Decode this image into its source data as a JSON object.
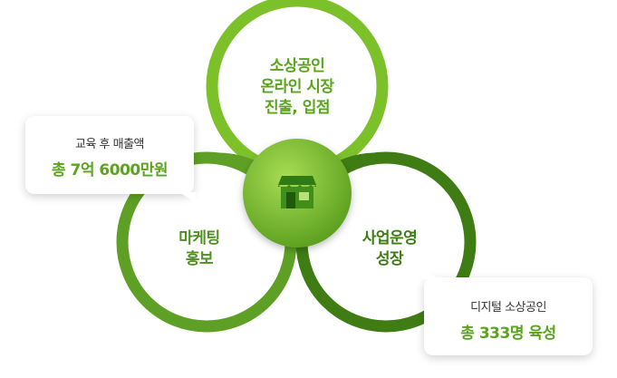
{
  "colors": {
    "top_ring": "#7dc12a",
    "left_ring": "#5ea025",
    "right_ring": "#3f7d14",
    "center": "#6fb52a",
    "text_green": "#5aa41e",
    "text_dark": "#333333"
  },
  "circles": {
    "top": {
      "lines": [
        "소상공인",
        "온라인 시장",
        "진출, 입점"
      ]
    },
    "left": {
      "lines": [
        "마케팅",
        "홍보"
      ]
    },
    "right": {
      "lines": [
        "사업운영",
        "성장"
      ]
    }
  },
  "center_icon": "store-icon",
  "callouts": {
    "left": {
      "sub": "교육 후 매출액",
      "main": "총 7억 6000만원"
    },
    "right": {
      "sub": "디지털 소상공인",
      "main": "총 333명 육성"
    }
  }
}
